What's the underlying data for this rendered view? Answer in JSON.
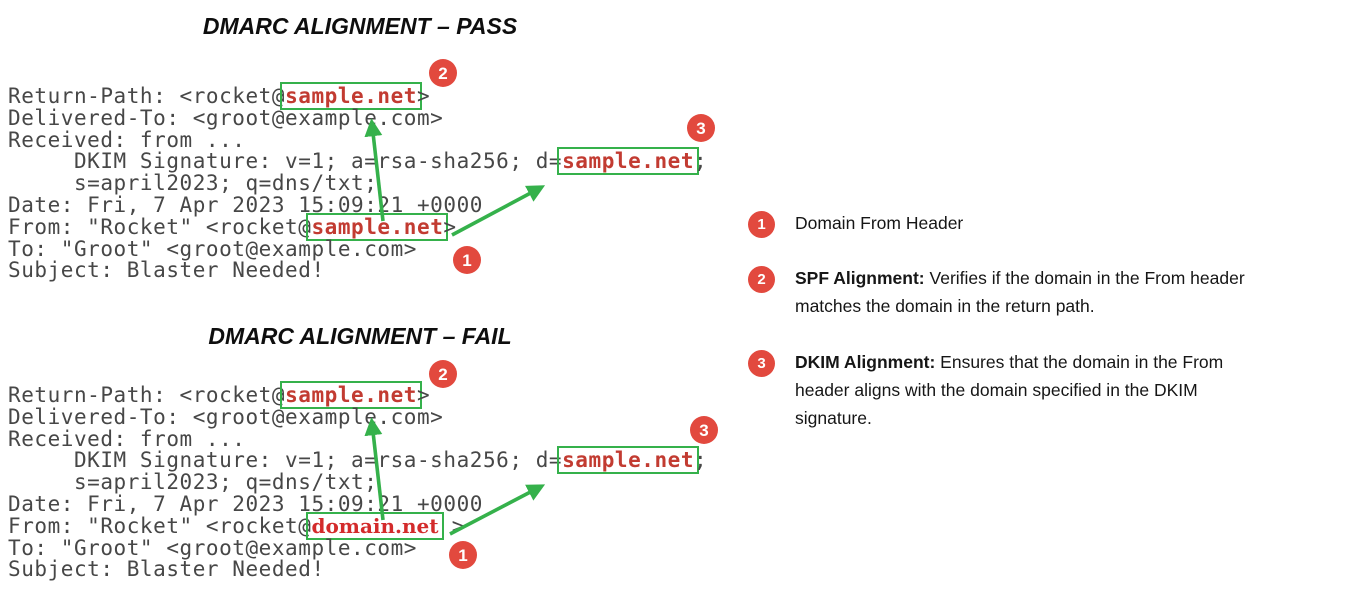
{
  "colors": {
    "badge_red": "#e2493e",
    "box_green": "#35b14b",
    "mono_domain_red": "#c23b31",
    "serif_domain_red": "#d32b2b",
    "email_text_gray": "#474747"
  },
  "badges": {
    "one": "1",
    "two": "2",
    "three": "3"
  },
  "sections": [
    {
      "id": "pass",
      "title": "DMARC ALIGNMENT – PASS",
      "lines": [
        [
          {
            "t": "Return-Path: <rocket@"
          },
          {
            "t": "sample.net",
            "hl": "mono"
          },
          {
            "t": ">"
          }
        ],
        [
          {
            "t": "Delivered-To: <groot@example.com>"
          }
        ],
        [
          {
            "t": "Received: from ..."
          }
        ],
        [
          {
            "t": "     DKIM Signature: v=1; a=rsa-sha256; d="
          },
          {
            "t": "sample.net",
            "hl": "mono"
          },
          {
            "t": ";"
          }
        ],
        [
          {
            "t": "     s=april2023; q=dns/txt;"
          }
        ],
        [
          {
            "t": "Date: Fri, 7 Apr 2023 15:09:21 +0000"
          }
        ],
        [
          {
            "t": "From: \"Rocket\" <rocket@"
          },
          {
            "t": "sample.net",
            "hl": "mono"
          },
          {
            "t": ">"
          }
        ],
        [
          {
            "t": "To: \"Groot\" <groot@example.com>"
          }
        ],
        [
          {
            "t": "Subject: Blaster Needed!"
          }
        ]
      ]
    },
    {
      "id": "fail",
      "title": "DMARC ALIGNMENT – FAIL",
      "lines": [
        [
          {
            "t": "Return-Path: <rocket@"
          },
          {
            "t": "sample.net",
            "hl": "mono"
          },
          {
            "t": ">"
          }
        ],
        [
          {
            "t": "Delivered-To: <groot@example.com>"
          }
        ],
        [
          {
            "t": "Received: from ..."
          }
        ],
        [
          {
            "t": "     DKIM Signature: v=1; a=rsa-sha256; d="
          },
          {
            "t": "sample.net",
            "hl": "mono"
          },
          {
            "t": ";"
          }
        ],
        [
          {
            "t": "     s=april2023; q=dns/txt;"
          }
        ],
        [
          {
            "t": "Date: Fri, 7 Apr 2023 15:09:21 +0000"
          }
        ],
        [
          {
            "t": "From: \"Rocket\" <rocket@"
          },
          {
            "t": "domain.net",
            "hl": "serif"
          },
          {
            "t": " >"
          }
        ],
        [
          {
            "t": "To: \"Groot\" <groot@example.com>"
          }
        ],
        [
          {
            "t": "Subject: Blaster Needed!"
          }
        ]
      ]
    }
  ],
  "legend": {
    "items": [
      {
        "num": "1",
        "lines": [
          [
            {
              "t": "Domain From Header"
            }
          ]
        ]
      },
      {
        "num": "2",
        "lines": [
          [
            {
              "t": "SPF Alignment:",
              "b": true
            },
            {
              "t": " Verifies if the domain in the From header"
            }
          ],
          [
            {
              "t": "matches the domain in the return path."
            }
          ]
        ]
      },
      {
        "num": "3",
        "lines": [
          [
            {
              "t": "DKIM Alignment:",
              "b": true
            },
            {
              "t": " Ensures that the domain in the From"
            }
          ],
          [
            {
              "t": "header aligns with the domain specified in the DKIM"
            }
          ],
          [
            {
              "t": "signature."
            }
          ]
        ]
      }
    ]
  }
}
